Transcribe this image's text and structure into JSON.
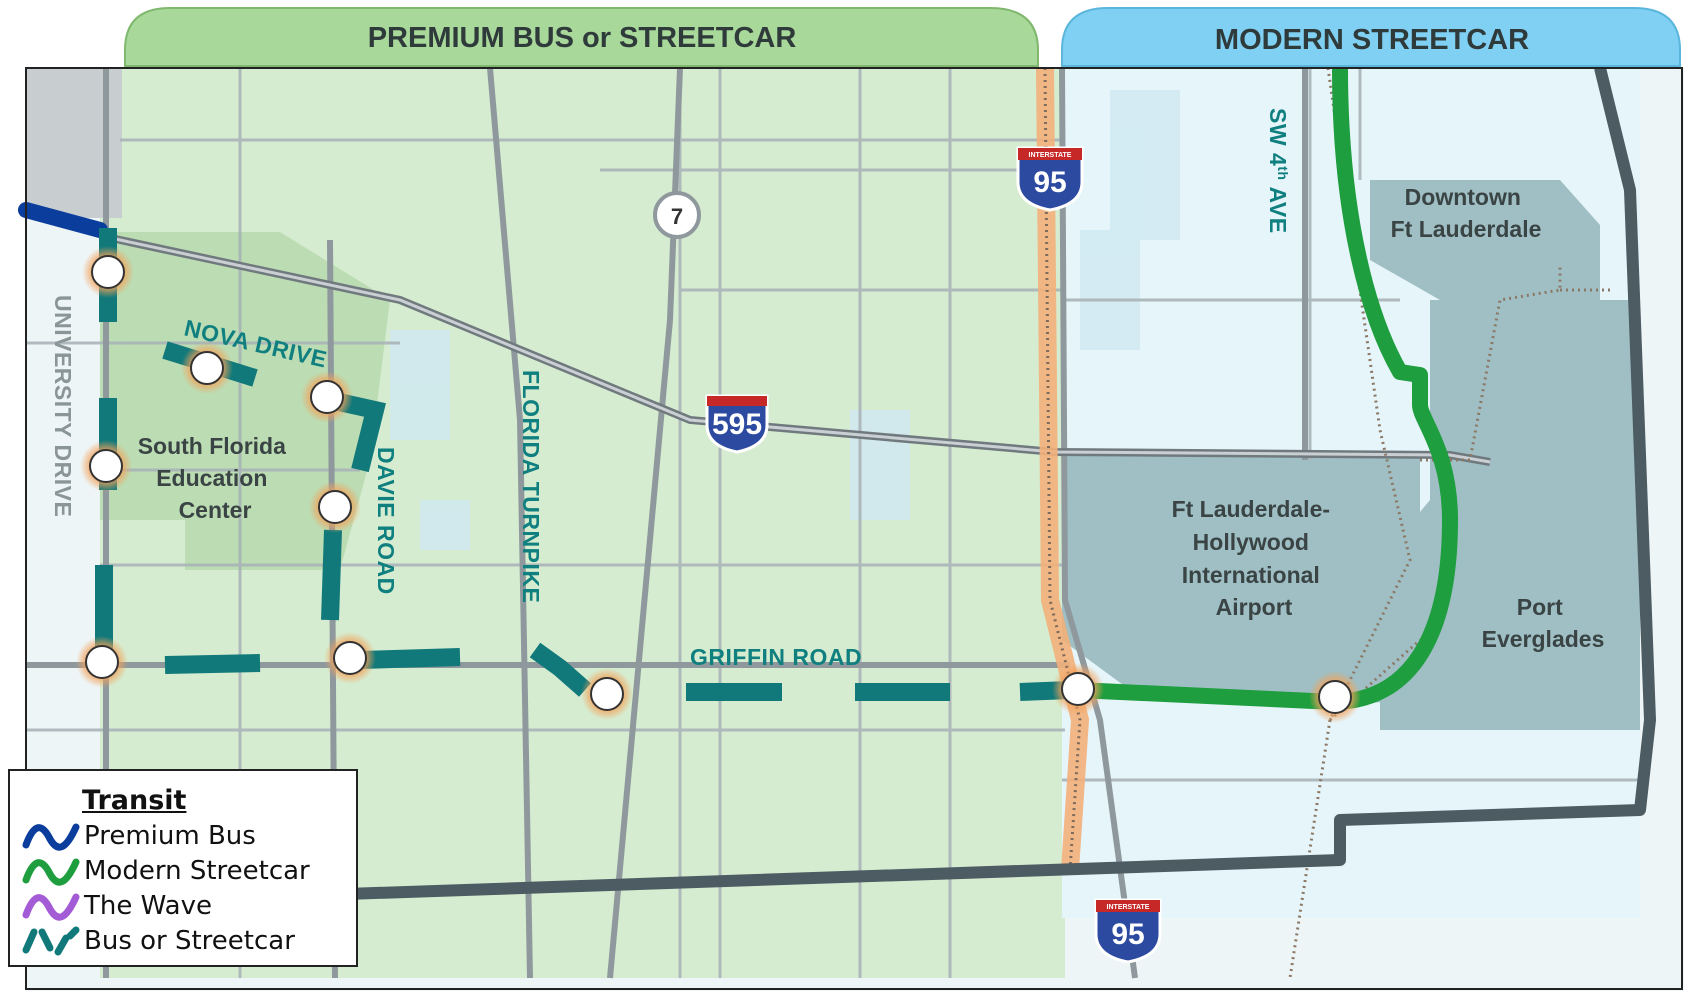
{
  "tabs": {
    "premium": "PREMIUM BUS or STREETCAR",
    "modern": "MODERN STREETCAR"
  },
  "streets": {
    "university": "UNIVERSITY DRIVE",
    "nova": "NOVA DRIVE",
    "davie": "DAVIE ROAD",
    "turnpike": "FLORIDA TURNPIKE",
    "griffin": "GRIFFIN ROAD",
    "sw4": "SW 4",
    "sw4_sup": "th",
    "sw4_ave": " AVE"
  },
  "places": {
    "sfec": [
      "South Florida",
      "Education",
      "Center"
    ],
    "downtown": [
      "Downtown",
      "Ft Lauderdale"
    ],
    "airport": [
      "Ft Lauderdale-",
      "Hollywood",
      "International",
      "Airport"
    ],
    "port": [
      "Port",
      "Everglades"
    ]
  },
  "shields": {
    "sr7": "7",
    "i595": "595",
    "i95_top": "95",
    "i95_bottom": "95",
    "interstate_word": "INTERSTATE"
  },
  "legend": {
    "title": "Transit",
    "items": [
      {
        "label": "Premium Bus",
        "color": "#0a3d9c",
        "style": "solid"
      },
      {
        "label": "Modern Streetcar",
        "color": "#1e9e3e",
        "style": "solid"
      },
      {
        "label": "The Wave",
        "color": "#a35bd6",
        "style": "solid"
      },
      {
        "label": "Bus or Streetcar",
        "color": "#11797a",
        "style": "dashed"
      }
    ]
  },
  "colors": {
    "premium_zone": "#d6ecd0",
    "streetcar_zone": "#e6f5fa",
    "airport_zone": "#9fbfc4",
    "boundary": "#4d5b63",
    "tab_green": "#a8d89a",
    "tab_blue": "#7fd0f2"
  }
}
